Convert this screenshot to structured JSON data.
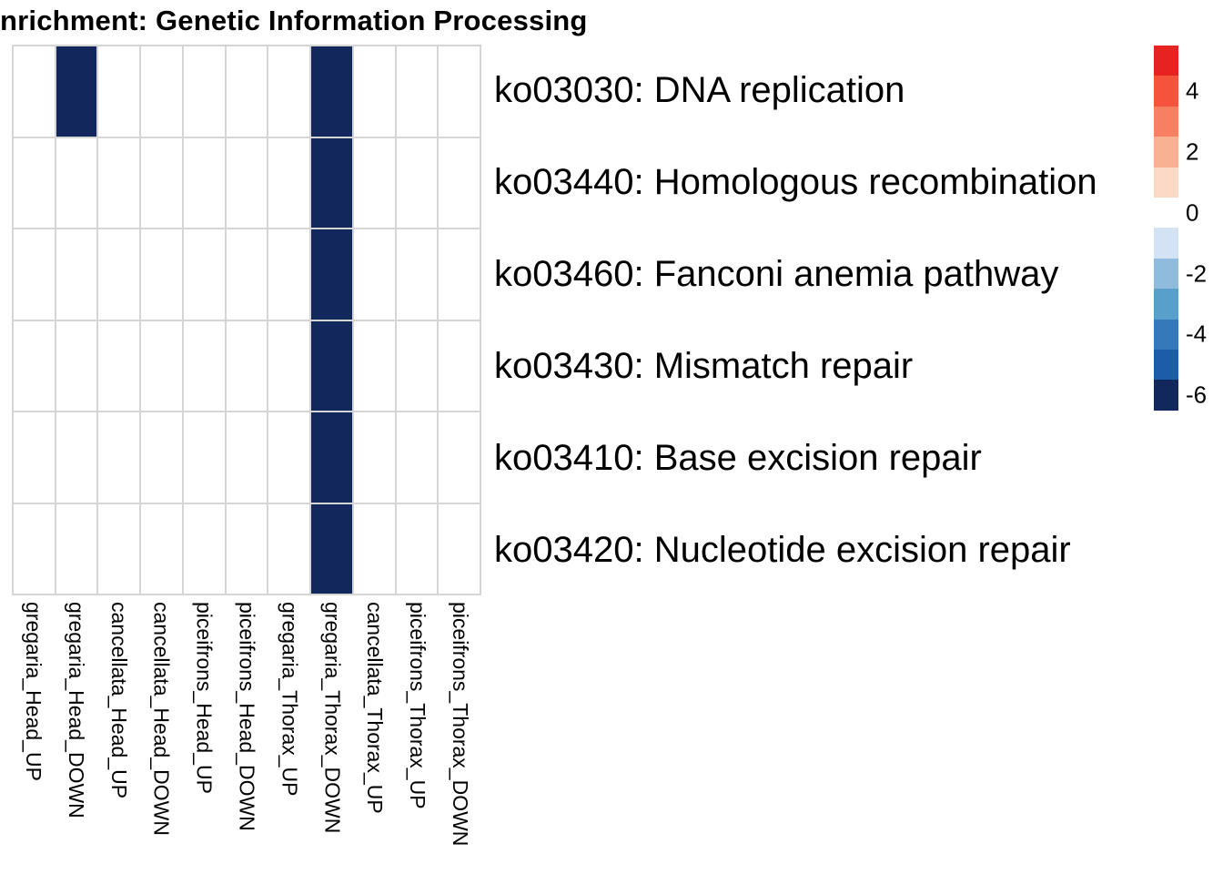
{
  "chart_data": {
    "type": "heatmap",
    "title": "nrichment: Genetic Information Processing",
    "columns": [
      "gregaria_Head_UP",
      "gregaria_Head_DOWN",
      "cancellata_Head_UP",
      "cancellata_Head_DOWN",
      "piceifrons_Head_UP",
      "piceifrons_Head_DOWN",
      "gregaria_Thorax_UP",
      "gregaria_Thorax_DOWN",
      "cancellata_Thorax_UP",
      "piceifrons_Thorax_UP",
      "piceifrons_Thorax_DOWN"
    ],
    "rows": [
      "ko03030: DNA replication",
      "ko03440: Homologous recombination",
      "ko03460: Fanconi anemia pathway",
      "ko03430: Mismatch repair",
      "ko03410: Base excision repair",
      "ko03420: Nucleotide excision repair"
    ],
    "cells": [
      [
        null,
        -6,
        null,
        null,
        null,
        null,
        null,
        -6,
        null,
        null,
        null
      ],
      [
        null,
        null,
        null,
        null,
        null,
        null,
        null,
        -6,
        null,
        null,
        null
      ],
      [
        null,
        null,
        null,
        null,
        null,
        null,
        null,
        -6,
        null,
        null,
        null
      ],
      [
        null,
        null,
        null,
        null,
        null,
        null,
        null,
        -6,
        null,
        null,
        null
      ],
      [
        null,
        null,
        null,
        null,
        null,
        null,
        null,
        -6,
        null,
        null,
        null
      ],
      [
        null,
        null,
        null,
        null,
        null,
        null,
        null,
        -6,
        null,
        null,
        null
      ]
    ],
    "empty_cell_color": "#ffffff",
    "grid_line_color": "#d5d5d5",
    "legend": {
      "bins": [
        {
          "value": 5,
          "color": "#e62320"
        },
        {
          "value": 4,
          "color": "#f5533b"
        },
        {
          "value": 3,
          "color": "#f77f62"
        },
        {
          "value": 2,
          "color": "#f8b193"
        },
        {
          "value": 1,
          "color": "#fcd9c7"
        },
        {
          "value": 0,
          "color": "#ffffff"
        },
        {
          "value": -1,
          "color": "#d4e3f3"
        },
        {
          "value": -2,
          "color": "#8fbcdd"
        },
        {
          "value": -3,
          "color": "#599fcc"
        },
        {
          "value": -4,
          "color": "#3679bb"
        },
        {
          "value": -5,
          "color": "#1d5ca7"
        },
        {
          "value": -6,
          "color": "#12275c"
        }
      ],
      "ticks": [
        4,
        2,
        0,
        -2,
        -4,
        -6
      ]
    }
  }
}
